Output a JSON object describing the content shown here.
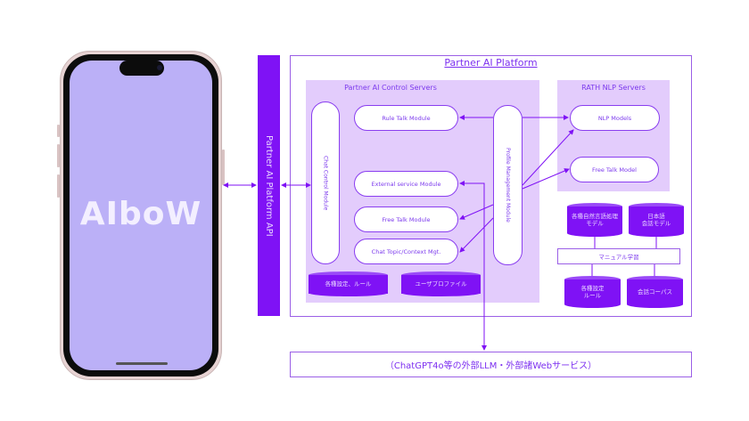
{
  "phone": {
    "app_logo": "AIboW"
  },
  "api": {
    "label": "Partner AI Platform API"
  },
  "platform": {
    "title": "Partner AI Platform",
    "control_servers": {
      "title": "Partner AI Control Servers",
      "chat_control": "Chat Control Module",
      "profile_management": "Profile Management Module",
      "modules": [
        "Rule Talk Module",
        "External service Module",
        "Free Talk Module",
        "Chat Topic/Context Mgt."
      ],
      "databases": [
        "各種設定、ルール",
        "ユーザプロファイル"
      ]
    },
    "rath_servers": {
      "title": "RATH NLP Servers",
      "modules": [
        "NLP Models",
        "Free Talk Model"
      ]
    },
    "training": {
      "top_databases": [
        "各種自然言語処理\nモデル",
        "日本語\n会話モデル"
      ],
      "manual_learning": "マニュアル学習",
      "bottom_databases": [
        "各種設定\nルール",
        "会話コーパス"
      ]
    }
  },
  "external": {
    "label": "（ChatGPT4o等の外部LLM・外部諸Webサービス）"
  },
  "colors": {
    "accent": "#7f12f5",
    "area": "#e3ccfc",
    "line": "#8a3ef0",
    "phone_screen": "#bbb0f7"
  }
}
